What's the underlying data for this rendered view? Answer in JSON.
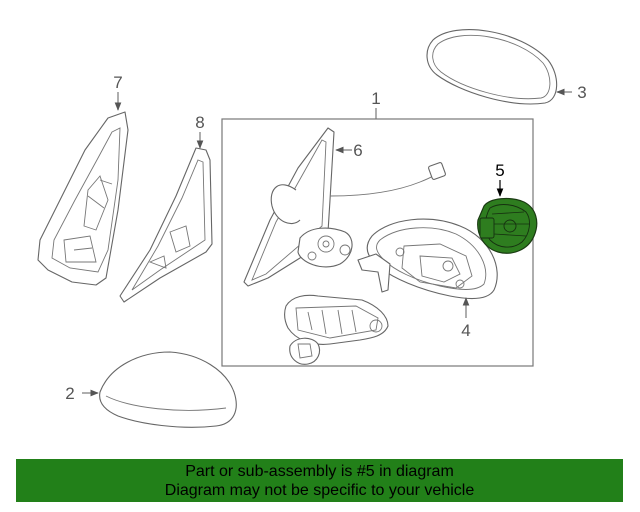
{
  "diagram": {
    "callouts": [
      {
        "id": "1",
        "label": "1"
      },
      {
        "id": "2",
        "label": "2"
      },
      {
        "id": "3",
        "label": "3"
      },
      {
        "id": "4",
        "label": "4"
      },
      {
        "id": "5",
        "label": "5",
        "highlighted": true
      },
      {
        "id": "6",
        "label": "6"
      },
      {
        "id": "7",
        "label": "7"
      },
      {
        "id": "8",
        "label": "8"
      }
    ],
    "highlight_color": "#2e7d1f"
  },
  "banner": {
    "line1": "Part or sub-assembly is #5 in diagram",
    "line2": "Diagram may not be specific to your vehicle",
    "background": "#228019"
  }
}
